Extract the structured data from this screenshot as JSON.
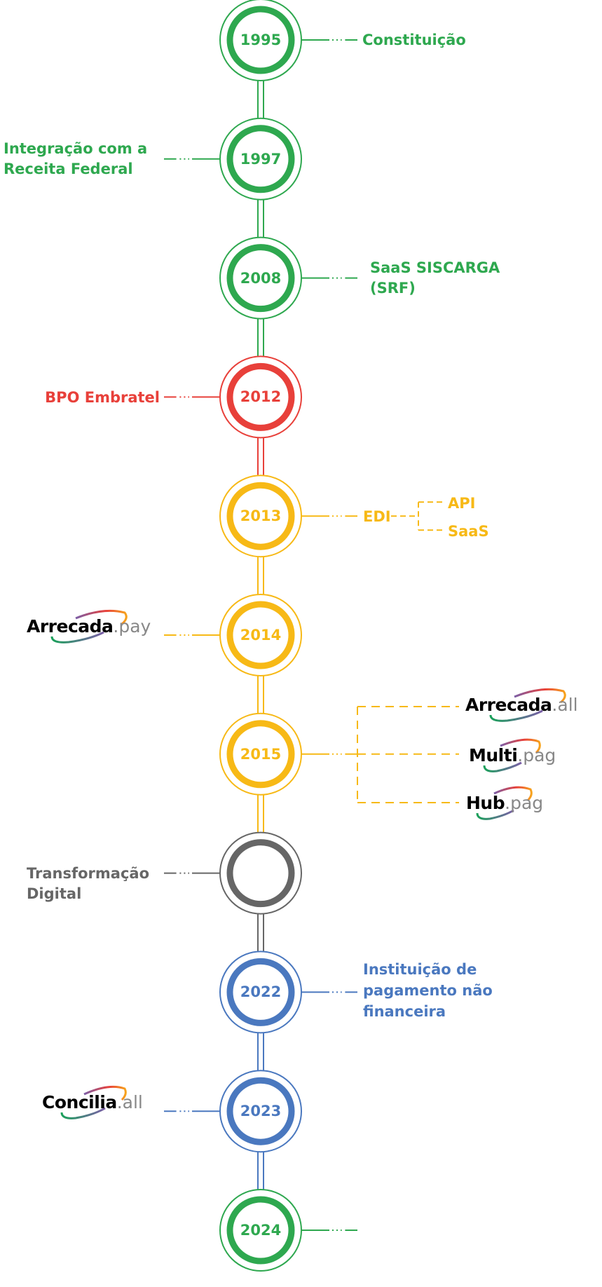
{
  "colors": {
    "green": "#2ea84f",
    "red": "#e8403a",
    "yellow": "#f7b916",
    "gray": "#666666",
    "blue": "#4a78bf"
  },
  "nodes": [
    {
      "year": "1995",
      "color": "green",
      "side": "right"
    },
    {
      "year": "1997",
      "color": "green",
      "side": "left"
    },
    {
      "year": "2008",
      "color": "green",
      "side": "right"
    },
    {
      "year": "2012",
      "color": "red",
      "side": "left"
    },
    {
      "year": "2013",
      "color": "yellow",
      "side": "right"
    },
    {
      "year": "2014",
      "color": "yellow",
      "side": "left"
    },
    {
      "year": "2015",
      "color": "yellow",
      "side": "right"
    },
    {
      "year": "",
      "color": "gray",
      "side": "left"
    },
    {
      "year": "2022",
      "color": "blue",
      "side": "right"
    },
    {
      "year": "2023",
      "color": "blue",
      "side": "left"
    },
    {
      "year": "2024",
      "color": "green",
      "side": "right"
    }
  ],
  "labels": {
    "constituicao": "Constituição",
    "receita_1": "Integração com a",
    "receita_2": "Receita Federal",
    "siscarga_1": "SaaS SISCARGA",
    "siscarga_2": "(SRF)",
    "embratel": "BPO Embratel",
    "edi": "EDI",
    "api": "API",
    "saas": "SaaS",
    "transformacao_1": "Transformação",
    "transformacao_2": "Digital",
    "instituicao_1": "Instituição de",
    "instituicao_2": "pagamento não",
    "instituicao_3": "financeira"
  },
  "logos": {
    "arrecada_pay": {
      "word": "Arrecada",
      "suffix": ".pay"
    },
    "arrecada_all": {
      "word": "Arrecada",
      "suffix": ".all"
    },
    "multi_pag": {
      "word": "Multi",
      "suffix": ".pag"
    },
    "hub_pag": {
      "word": "Hub",
      "suffix": ".pag"
    },
    "concilia_all": {
      "word": "Concilia",
      "suffix": ".all"
    }
  }
}
